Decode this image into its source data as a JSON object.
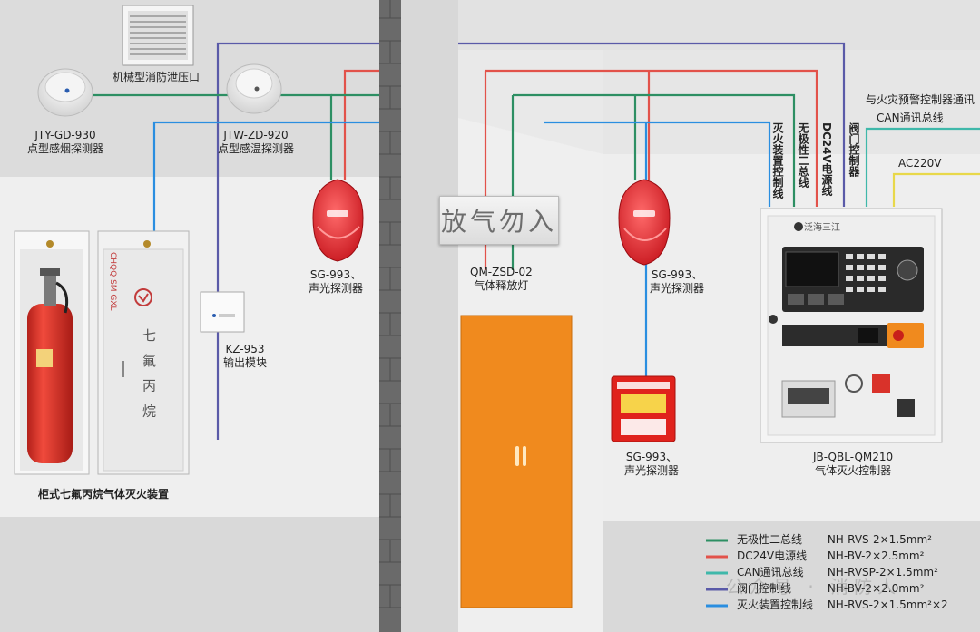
{
  "colors": {
    "green": "#2d8f63",
    "red": "#e2524a",
    "teal": "#3fb8aa",
    "purple": "#5a5aa8",
    "blue": "#2a8ee0",
    "yellow": "#e8d84a",
    "door": "#f08a1e",
    "cylinder": "#e8322a"
  },
  "devices": {
    "smoke_detector": {
      "model": "JTY-GD-930",
      "name": "点型感烟探测器"
    },
    "vent": {
      "name": "机械型消防泄压口"
    },
    "heat_detector": {
      "model": "JTW-ZD-920",
      "name": "点型感温探测器"
    },
    "alarm_left": {
      "model": "SG-993、",
      "name": "声光探测器"
    },
    "output_module": {
      "model": "KZ-953",
      "name": "输出模块"
    },
    "cabinet": {
      "name": "柜式七氟丙烷气体灭火装置",
      "panel_text": "七 氟 丙 烷",
      "brand": "CHQQ SM GXL"
    },
    "release_lamp": {
      "model": "QM-ZSD-02",
      "name": "气体释放灯",
      "sign_text": "放气勿入"
    },
    "alarm_mid": {
      "model": "SG-993、",
      "name": "声光探测器"
    },
    "alarm_panel": {
      "model": "SG-993、",
      "name": "声光探测器"
    },
    "controller": {
      "model": "JB-QBL-QM210",
      "name": "气体灭火控制器",
      "brand": "泛海三江"
    }
  },
  "wire_labels": {
    "extinguish": "灭火装置控制线",
    "bus": "无极性二总线",
    "dc24v": "DC24V电源线",
    "valve": "阀门控制器",
    "prealarm": "与火灾预警控制器通讯",
    "can": "CAN通讯总线",
    "ac220v": "AC220V"
  },
  "legend": [
    {
      "color": "#2d8f63",
      "name": "无极性二总线",
      "spec": "NH-RVS-2×1.5mm²"
    },
    {
      "color": "#e2524a",
      "name": "DC24V电源线",
      "spec": "NH-BV-2×2.5mm²"
    },
    {
      "color": "#3fb8aa",
      "name": "CAN通讯总线",
      "spec": "NH-RVSP-2×1.5mm²"
    },
    {
      "color": "#5a5aa8",
      "name": "阀门控制线",
      "spec": "NH-BV-2×2.0mm²"
    },
    {
      "color": "#2a8ee0",
      "name": "灭火装置控制线",
      "spec": "NH-RVS-2×1.5mm²×2"
    }
  ],
  "watermark": "公众号 · 消防人"
}
